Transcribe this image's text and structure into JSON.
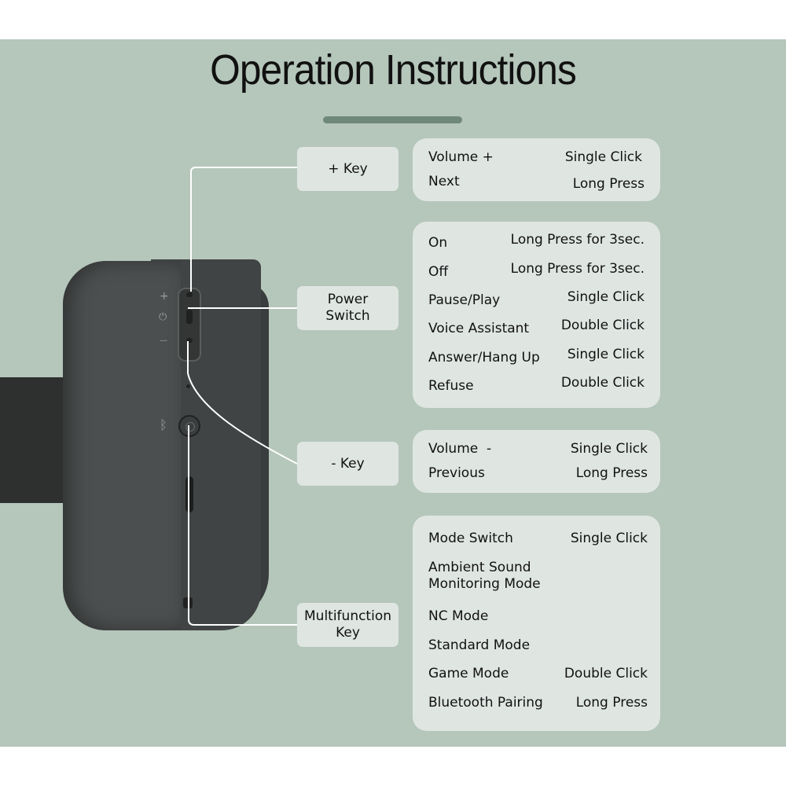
{
  "header": {
    "title": "Operation Instructions"
  },
  "colors": {
    "background": "#b5c6bb",
    "card": "#dfe6e2",
    "accent_bar": "#6f887a",
    "headphone": "#414444",
    "callout_line": "#ffffff"
  },
  "icons": {
    "plus": "+",
    "power": "⏻",
    "minus": "—",
    "bluetooth": "ᛒ"
  },
  "callouts": [
    {
      "id": "plus-key",
      "label": "+ Key"
    },
    {
      "id": "power-switch",
      "label": "Power\nSwitch"
    },
    {
      "id": "minus-key",
      "label": "- Key"
    },
    {
      "id": "multifunction-key",
      "label": "Multifunction\nKey"
    }
  ],
  "cards": [
    {
      "id": "plus-key",
      "rows": [
        {
          "action": "Volume +",
          "operation": "Single Click"
        },
        {
          "action": "Next",
          "operation": "Long Press"
        }
      ]
    },
    {
      "id": "power-switch",
      "rows": [
        {
          "action": "On",
          "operation": "Long Press for 3sec."
        },
        {
          "action": "Off",
          "operation": "Long Press for 3sec."
        },
        {
          "action": "Pause/Play",
          "operation": "Single Click"
        },
        {
          "action": "Voice Assistant",
          "operation": "Double Click"
        },
        {
          "action": "Answer/Hang Up",
          "operation": "Single Click"
        },
        {
          "action": "Refuse",
          "operation": "Double Click"
        }
      ]
    },
    {
      "id": "minus-key",
      "rows": [
        {
          "action": "Volume  -",
          "operation": "Single Click"
        },
        {
          "action": "Previous",
          "operation": "Long Press"
        }
      ]
    },
    {
      "id": "multifunction-key",
      "rows": [
        {
          "action": "Mode Switch",
          "operation": "Single Click"
        },
        {
          "action": "Ambient Sound\nMonitoring Mode",
          "operation": ""
        },
        {
          "action": "NC Mode",
          "operation": ""
        },
        {
          "action": "Standard Mode",
          "operation": ""
        },
        {
          "action": "Game Mode",
          "operation": "Double Click"
        },
        {
          "action": "Bluetooth Pairing",
          "operation": "Long Press"
        }
      ]
    }
  ]
}
